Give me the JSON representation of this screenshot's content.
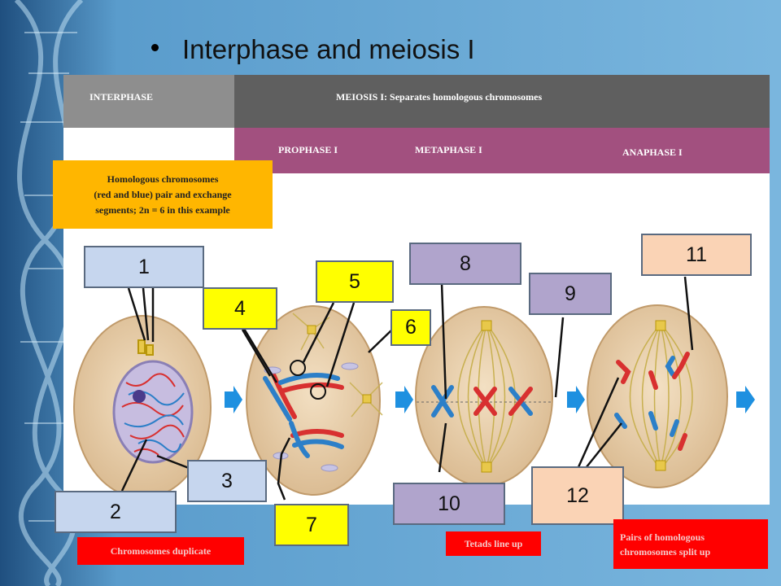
{
  "slide": {
    "title": "Interphase and meiosis I"
  },
  "header": {
    "interphase": "INTERPHASE",
    "meiosis": "MEIOSIS I: Separates homologous chromosomes"
  },
  "phases": {
    "prophase": "PROPHASE I",
    "metaphase": "METAPHASE I",
    "anaphase": "ANAPHASE I"
  },
  "note": {
    "line1": "Homologous chromosomes",
    "line2": "(red and blue) pair and exchange",
    "line3": "segments; 2n = 6 in this example"
  },
  "labels": [
    "1",
    "2",
    "3",
    "4",
    "5",
    "6",
    "7",
    "8",
    "9",
    "10",
    "11",
    "12"
  ],
  "captions": {
    "duplicate": "Chromosomes duplicate",
    "tetrads": "Tetads line up",
    "pairs_line1": "Pairs of homologous",
    "pairs_line2": "chromosomes split up"
  },
  "colors": {
    "background": "#6aa9d6",
    "interphase_header": "#8e8e8e",
    "meiosis_header": "#5f5f5f",
    "phase_bar": "#a2507f",
    "note": "#ffb600",
    "arrow": "#1e90e0",
    "chrom_red": "#d83030",
    "chrom_blue": "#2c7fc8"
  }
}
